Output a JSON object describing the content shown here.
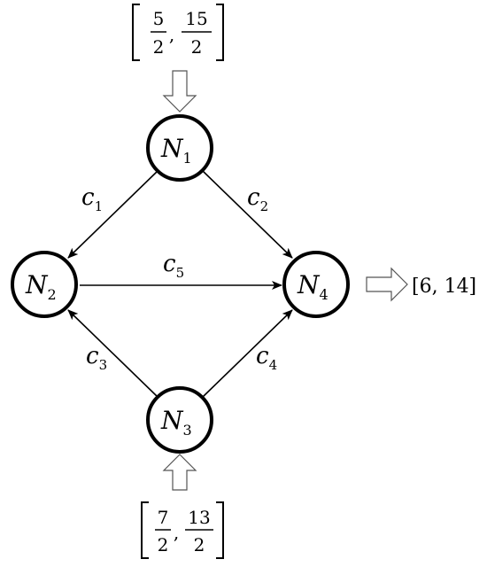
{
  "nodes": {
    "n1": {
      "name": "N",
      "sub": "1"
    },
    "n2": {
      "name": "N",
      "sub": "2"
    },
    "n3": {
      "name": "N",
      "sub": "3"
    },
    "n4": {
      "name": "N",
      "sub": "4"
    }
  },
  "edges": {
    "c1": {
      "name": "c",
      "sub": "1"
    },
    "c2": {
      "name": "c",
      "sub": "2"
    },
    "c3": {
      "name": "c",
      "sub": "3"
    },
    "c4": {
      "name": "c",
      "sub": "4"
    },
    "c5": {
      "name": "c",
      "sub": "5"
    }
  },
  "input_n1": {
    "low_num": "5",
    "low_den": "2",
    "sep": ",",
    "high_num": "15",
    "high_den": "2"
  },
  "input_n3": {
    "low_num": "7",
    "low_den": "2",
    "sep": ",",
    "high_num": "13",
    "high_den": "2"
  },
  "output_n4": {
    "text": "[6, 14]"
  },
  "colors": {
    "stroke": "#000000",
    "hollow_arrow": "#555555"
  }
}
